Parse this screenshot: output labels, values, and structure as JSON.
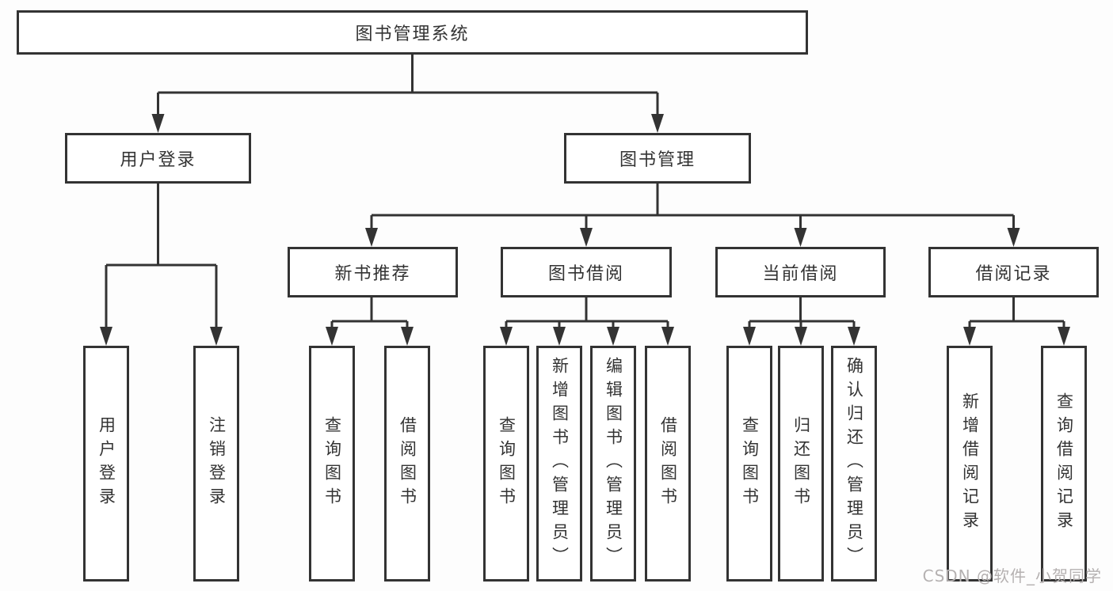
{
  "diagram": {
    "root": "图书管理系统",
    "branches": [
      {
        "label": "用户登录",
        "children": [
          "用户登录",
          "注销登录"
        ]
      },
      {
        "label": "图书管理",
        "children": [
          {
            "label": "新书推荐",
            "children": [
              "查询图书",
              "借阅图书"
            ]
          },
          {
            "label": "图书借阅",
            "children": [
              "查询图书",
              "新增图书（管理员）",
              "编辑图书（管理员）",
              "借阅图书"
            ]
          },
          {
            "label": "当前借阅",
            "children": [
              "查询图书",
              "归还图书",
              "确认归还（管理员）"
            ]
          },
          {
            "label": "借阅记录",
            "children": [
              "新增借阅记录",
              "查询借阅记录"
            ]
          }
        ]
      }
    ]
  },
  "watermark": "CSDN @软件_小贺同学",
  "colors": {
    "line": "#333333",
    "box_fill": "#ffffff",
    "text": "#333333",
    "background": "#fdfdfd",
    "watermark": "#b5b1b1"
  }
}
